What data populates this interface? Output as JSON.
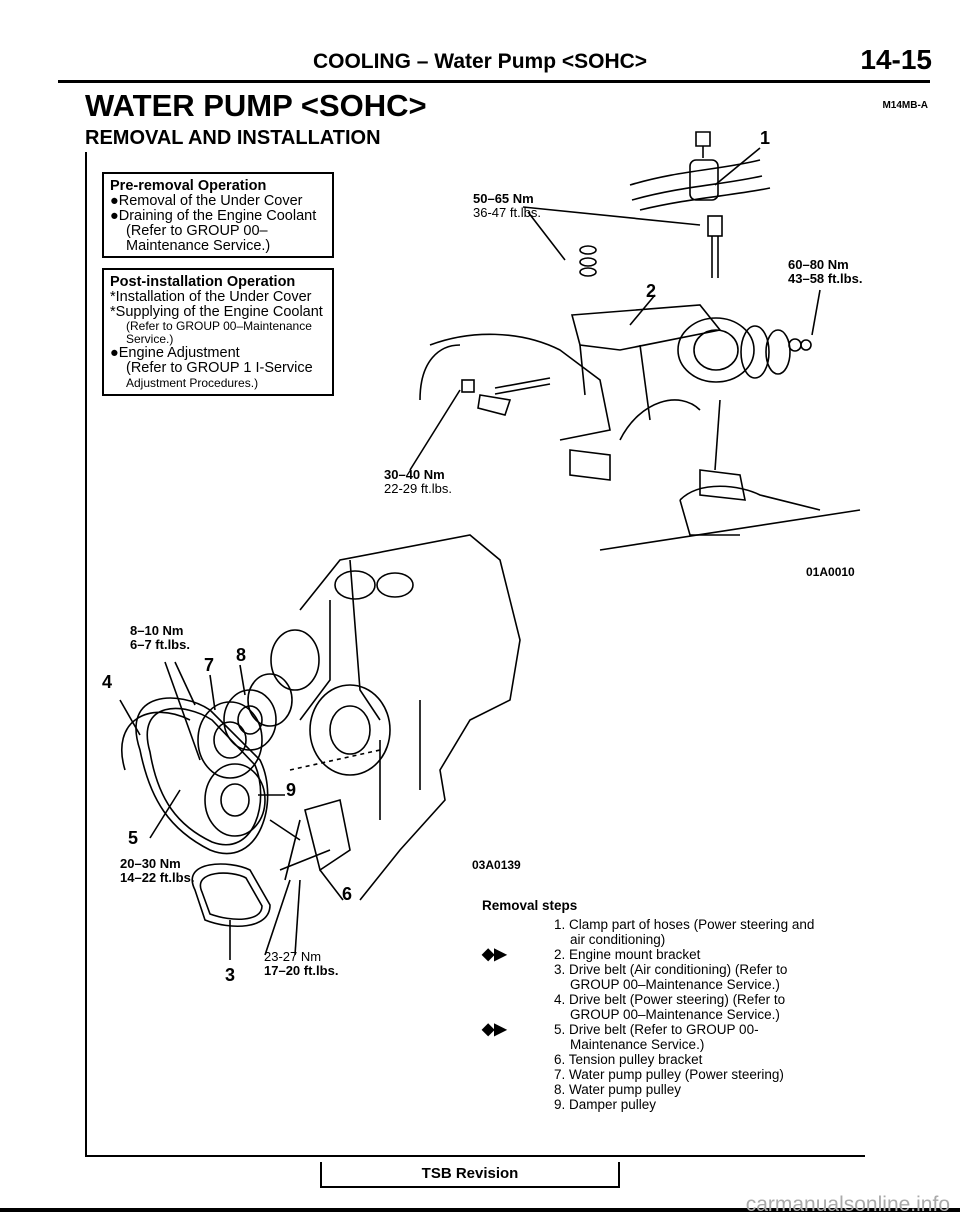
{
  "header": {
    "title": "COOLING – Water Pump <SOHC>",
    "page_number": "14-15",
    "doc_id": "M14MB-A"
  },
  "heading": "WATER PUMP <SOHC>",
  "subheading": "REMOVAL AND INSTALLATION",
  "pre_removal": {
    "title": "Pre-removal Operation",
    "lines": [
      "●Removal of the Under Cover",
      "●Draining of the Engine Coolant"
    ],
    "note": "(Refer to GROUP 00–Maintenance Service.)"
  },
  "post_installation": {
    "title": "Post-installation Operation",
    "line1": "*Installation of the Under Cover",
    "line2": "*Supplying of the Engine Coolant",
    "note1": "(Refer to GROUP 00–Maintenance Service.)",
    "line3": "●Engine Adjustment",
    "note2a": "(Refer to GROUP 1 I-Service",
    "note2b": "Adjustment Procedures.)"
  },
  "torques": {
    "t1_nm": "50–65 Nm",
    "t1_ft": "36-47 ft.lbs.",
    "t2_nm": "60–80 Nm",
    "t2_ft": "43–58 ft.lbs.",
    "t3_nm": "30–40 Nm",
    "t3_ft": "22-29 ft.lbs.",
    "t4_nm": "8–10 Nm",
    "t4_ft": "6–7 ft.lbs.",
    "t5_nm": "20–30 Nm",
    "t5_ft": "14–22 ft.lbs.",
    "t6_nm": "23-27 Nm",
    "t6_ft": "17–20 ft.lbs."
  },
  "figure_codes": {
    "top": "01A0010",
    "bottom": "03A0139"
  },
  "callouts": [
    "1",
    "2",
    "3",
    "4",
    "5",
    "6",
    "7",
    "8",
    "9"
  ],
  "removal_steps": {
    "title": "Removal steps",
    "items": [
      {
        "marker": "",
        "text": "1. Clamp part of hoses (Power steering and",
        "cont": "air conditioning)"
      },
      {
        "marker": "◆▶",
        "text": "2. Engine mount bracket",
        "cont": ""
      },
      {
        "marker": "",
        "text": "3. Drive belt (Air conditioning) (Refer to",
        "cont": "GROUP 00–Maintenance Service.)"
      },
      {
        "marker": "",
        "text": "4. Drive belt (Power steering) (Refer to",
        "cont": "GROUP 00–Maintenance Service.)"
      },
      {
        "marker": "◆▶",
        "text": "5. Drive belt (Refer to GROUP 00-",
        "cont": "Maintenance Service.)"
      },
      {
        "marker": "",
        "text": "6. Tension pulley bracket",
        "cont": ""
      },
      {
        "marker": "",
        "text": "7. Water pump pulley (Power steering)",
        "cont": ""
      },
      {
        "marker": "",
        "text": "8. Water pump pulley",
        "cont": ""
      },
      {
        "marker": "",
        "text": "9. Damper pulley",
        "cont": ""
      }
    ]
  },
  "footer": {
    "tsb": "TSB Revision",
    "watermark": "carmanualsonline.info"
  }
}
